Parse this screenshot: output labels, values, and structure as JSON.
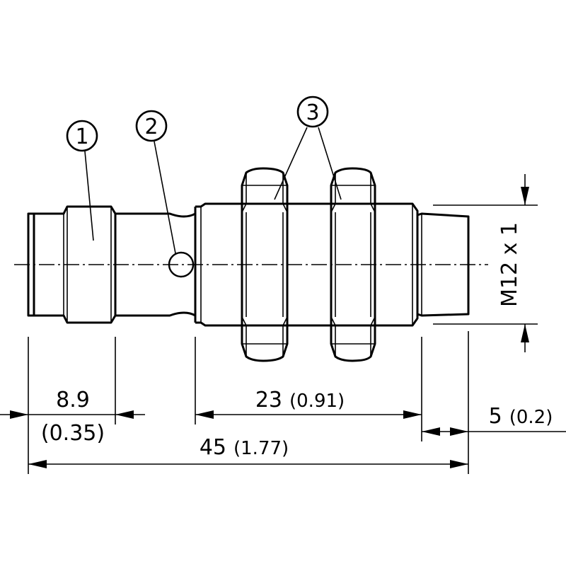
{
  "callouts": {
    "c1": "1",
    "c2": "2",
    "c3": "3"
  },
  "dimensions": {
    "d_8_9_mm": "8.9",
    "d_8_9_in": "(0.35)",
    "d_23_mm": "23",
    "d_23_in": "(0.91)",
    "d_45_mm": "45",
    "d_45_in": "(1.77)",
    "d_5_mm": "5",
    "d_5_in": "(0.2)",
    "thread": "M12 x 1"
  },
  "colors": {
    "line": "#000000",
    "background": "#ffffff"
  }
}
